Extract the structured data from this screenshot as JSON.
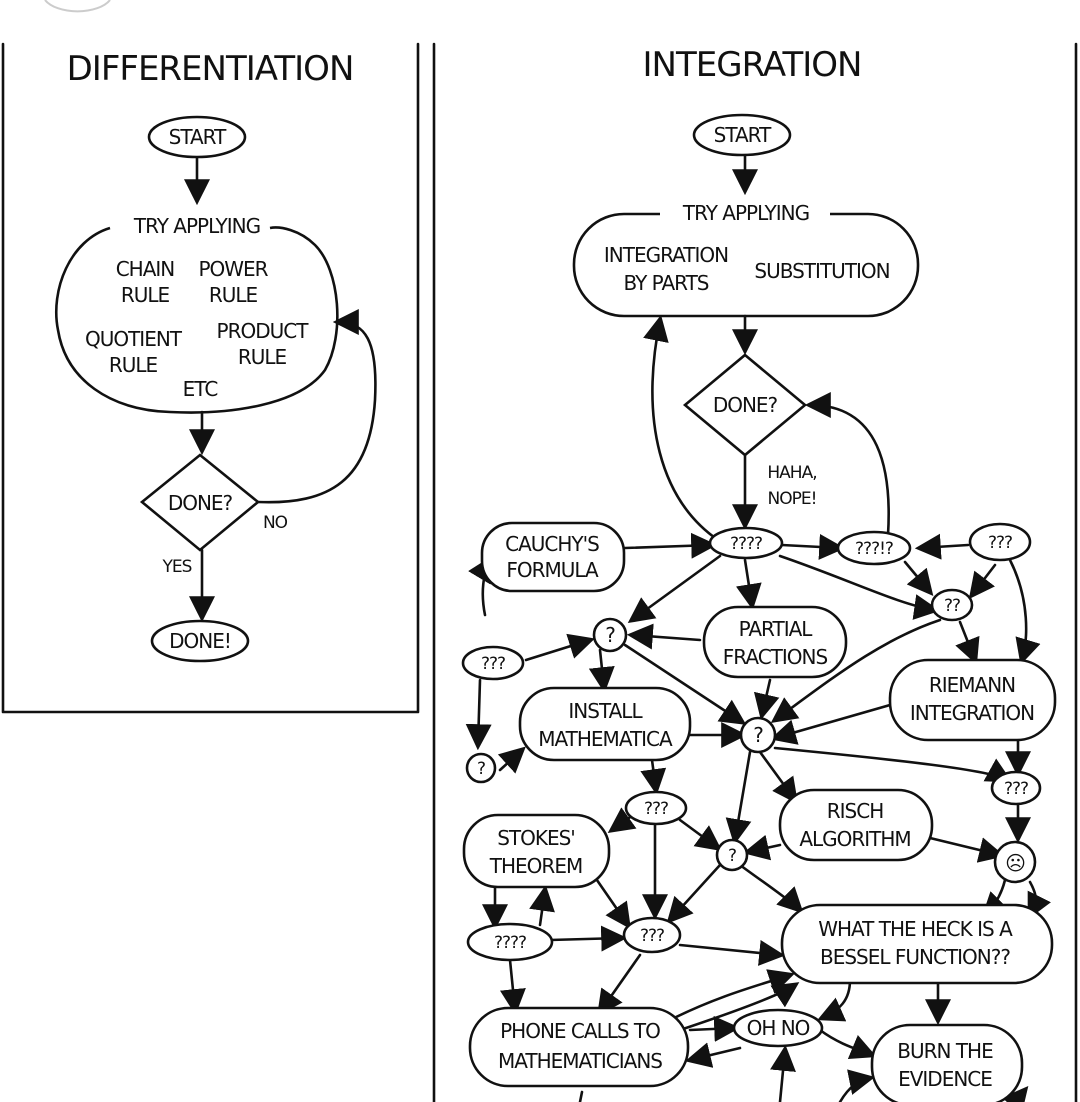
{
  "differentiation": {
    "title": "DIFFERENTIATION",
    "start": "START",
    "try_applying": "TRY APPLYING",
    "chain": "CHAIN",
    "chain_rule": "RULE",
    "power": "POWER",
    "power_rule": "RULE",
    "quotient": "QUOTIENT",
    "quotient_rule": "RULE",
    "product": "PRODUCT",
    "product_rule": "RULE",
    "etc": "ETC",
    "done_q": "DONE?",
    "no": "NO",
    "yes": "YES",
    "done_final": "DONE!"
  },
  "integration": {
    "title": "INTEGRATION",
    "start": "START",
    "try_applying": "TRY APPLYING",
    "integration_1": "INTEGRATION",
    "integration_2": "BY PARTS",
    "substitution": "SUBSTITUTION",
    "done_q": "DONE?",
    "haha": "HAHA,",
    "nope": "NOPE!",
    "cauchy_1": "CAUCHY'S",
    "cauchy_2": "FORMULA",
    "q4": "????",
    "q_excl": "???!?",
    "q3_right": "???",
    "q2": "??",
    "q1_a": "?",
    "q3_left": "???",
    "partial_1": "PARTIAL",
    "partial_2": "FRACTIONS",
    "riemann_1": "RIEMANN",
    "riemann_2": "INTEGRATION",
    "install_1": "INSTALL",
    "install_2": "MATHEMATICA",
    "q1_center": "?",
    "q1_left": "?",
    "q3_mid": "???",
    "q3_far": "???",
    "stokes_1": "STOKES'",
    "stokes_2": "THEOREM",
    "risch_1": "RISCH",
    "risch_2": "ALGORITHM",
    "q1_low": "?",
    "frown": "☹",
    "q4_low": "????",
    "q3_low": "???",
    "bessel_1": "WHAT THE HECK IS A",
    "bessel_2": "BESSEL FUNCTION??",
    "phone_1": "PHONE CALLS TO",
    "phone_2": "MATHEMATICIANS",
    "oh_no": "OH NO",
    "burn_1": "BURN THE",
    "burn_2": "EVIDENCE"
  }
}
